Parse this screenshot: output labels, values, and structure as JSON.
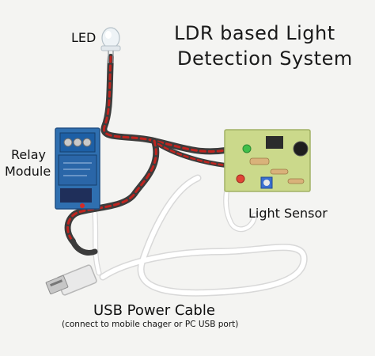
{
  "title": {
    "line1": "LDR based Light",
    "line2": "Detection System"
  },
  "labels": {
    "led": "LED",
    "relay_line1": "Relay",
    "relay_line2": "Module",
    "light_sensor": "Light Sensor",
    "usb_cable": "USB Power Cable",
    "usb_note": "(connect to mobile chager or PC USB port)"
  },
  "colors": {
    "background": "#f4f4f2",
    "relay_blue": "#2f6fb0",
    "pcb_green": "#cbd98b",
    "wire_red": "#c0241f",
    "cable_white": "#ffffff"
  }
}
